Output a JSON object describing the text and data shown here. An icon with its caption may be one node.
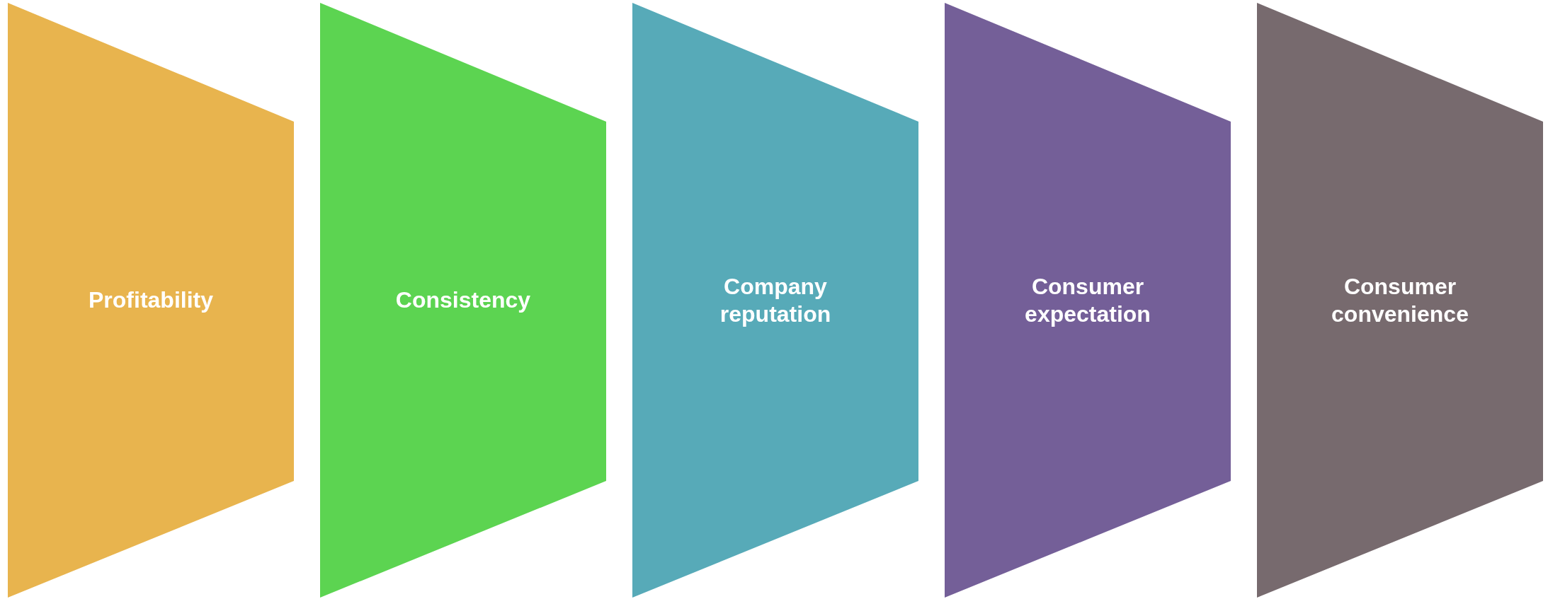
{
  "diagram": {
    "nodes": [
      {
        "text": [
          "Profitability"
        ]
      },
      {
        "text": [
          "Consistency"
        ]
      },
      {
        "text": [
          "Company reputation"
        ]
      },
      {
        "text": [
          "Consumer expectation"
        ]
      },
      {
        "text": [
          "Consumer convenience"
        ]
      }
    ]
  }
}
